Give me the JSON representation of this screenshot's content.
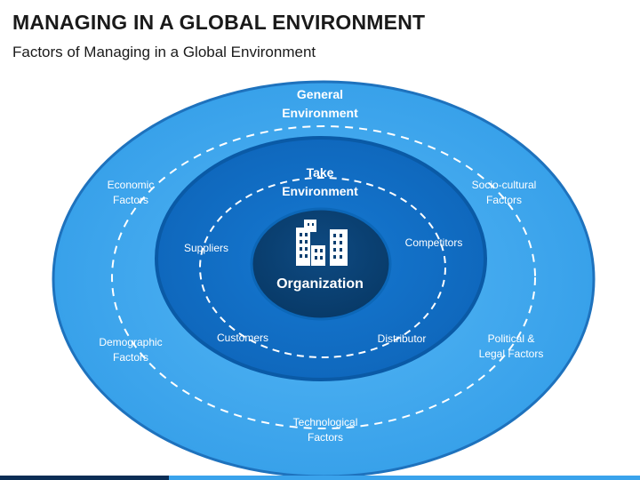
{
  "header": {
    "title": "MANAGING IN A GLOBAL ENVIRONMENT",
    "subtitle": "Factors of Managing in a Global Environment"
  },
  "outer_ring": {
    "title_line1": "General",
    "title_line2": "Environment",
    "factors": {
      "economic": [
        "Economic",
        "Factors"
      ],
      "socio_cultural": [
        "Socio-cultural",
        "Factors"
      ],
      "demographic": [
        "Demographic",
        "Factors"
      ],
      "political_legal": [
        "Political &",
        "Legal Factors"
      ],
      "technological": [
        "Technological",
        "Factors"
      ]
    }
  },
  "middle_ring": {
    "title_line1": "Take",
    "title_line2": "Environment",
    "factors": {
      "suppliers": "Suppliers",
      "competitors": "Competitors",
      "customers": "Customers",
      "distributor": "Distributor"
    }
  },
  "core": {
    "label": "Organization",
    "icon": "buildings-icon"
  },
  "colors": {
    "outer": "#3aa3ec",
    "outer_border": "#1e72bd",
    "middle": "#0f6cc2",
    "middle_border": "#0a4f93",
    "core": "#0b3f70",
    "core_border": "#0c67b8",
    "text_light": "#ffffff",
    "footer_dark": "#0b2d55",
    "footer_light": "#3aa3ec"
  }
}
